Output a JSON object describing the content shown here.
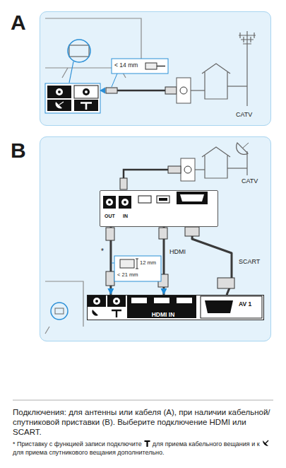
{
  "diagram": {
    "caption": "Подключения: для антенны или кабеля (A), при наличии кабельной/спутниковой приставки (B). Выберите подключение HDMI или SCART.",
    "nodes": [
      {
        "text": [
          "A"
        ]
      },
      {
        "text": [
          "B"
        ]
      },
      {
        "text": [
          "OUT",
          "IN"
        ],
        "in": 1
      },
      {
        "text": [
          "HDMI IN",
          "AV 1"
        ],
        "in": 1
      }
    ],
    "edges": [
      {
        "from": 2,
        "to": 3,
        "arrow": "to",
        "label": "*"
      },
      {
        "from": 2,
        "to": 3,
        "arrow": "to",
        "label": "HDMI"
      },
      {
        "from": 2,
        "to": 3,
        "arrow": "none",
        "label": "SCART"
      }
    ],
    "labels": [
      "< 14 mm",
      "CATV",
      "CATV",
      "12 mm",
      "< 21 mm",
      "* Приставку с функцией записи подключите",
      "для приема кабельного вещания и к",
      "для приема спутникового вещания дополнительно."
    ]
  }
}
